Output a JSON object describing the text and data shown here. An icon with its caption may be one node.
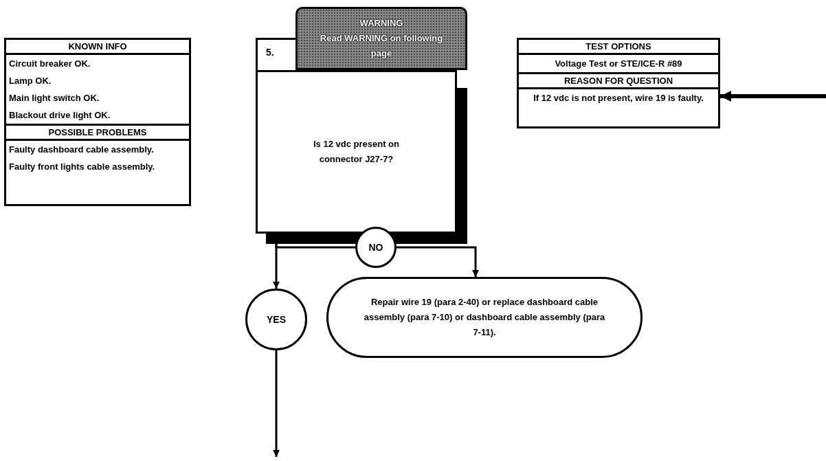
{
  "diagram": {
    "nodes": [
      {
        "text": [
          "KNOWN INFO",
          "Circuit breaker OK.",
          "Lamp OK.",
          "Main light switch OK.",
          "Blackout drive light OK.",
          "POSSIBLE PROBLEMS",
          "Faulty dashboard cable assembly.",
          "Faulty front lights cable assembly."
        ]
      },
      {
        "text": [
          "5.",
          "Is 12 vdc present on connector J27-7?"
        ]
      },
      {
        "text": [
          "WARNING",
          "Read WARNING on following page"
        ]
      },
      {
        "text": [
          "TEST OPTIONS",
          "Voltage Test or STE/ICE-R #89",
          "REASON FOR QUESTION",
          "If 12 vdc is not present, wire 19 is faulty."
        ]
      },
      {
        "text": [
          "NO"
        ]
      },
      {
        "text": [
          "Repair wire 19 (para 2-40) or replace dashboard cable assembly (para 7-10) or dashboard cable assembly (para 7-11)."
        ]
      },
      {
        "text": [
          "YES"
        ]
      }
    ],
    "edges": [
      {
        "from": null,
        "to": 3,
        "arrow": "to",
        "style": "thick"
      },
      {
        "from": 1,
        "to": 4,
        "arrow": "none"
      },
      {
        "from": 4,
        "to": 5,
        "arrow": "to"
      },
      {
        "from": 1,
        "to": 6,
        "arrow": "to"
      },
      {
        "from": 6,
        "to": null,
        "arrow": "to"
      }
    ]
  }
}
